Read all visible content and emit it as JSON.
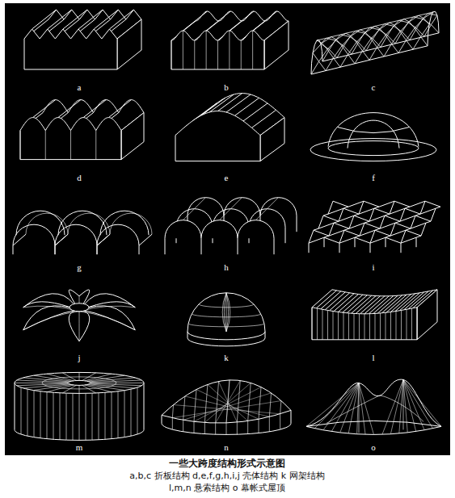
{
  "diagram": {
    "caption": "一些大跨度结构形式示意图",
    "labels": [
      "a",
      "b",
      "c",
      "d",
      "e",
      "f",
      "g",
      "h",
      "i",
      "j",
      "k",
      "l",
      "m",
      "n",
      "o",
      "a,b,c 折板结构 d,e,f,g,h,i,j 壳体结构 k 网架结构",
      "l,m,n 悬索结构 o 幕帐式屋顶"
    ]
  }
}
